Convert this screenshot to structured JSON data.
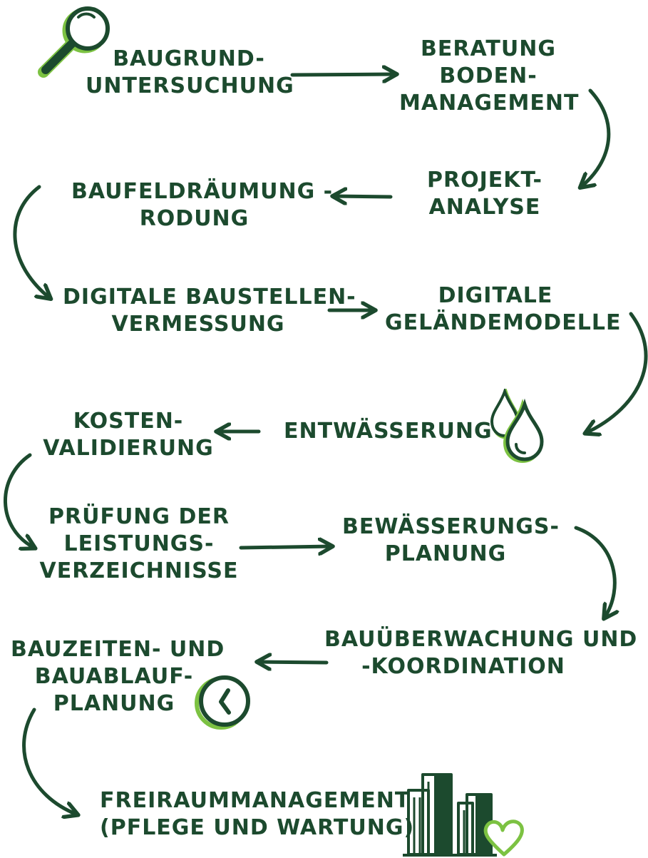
{
  "steps": [
    {
      "id": "baugrund",
      "lines": [
        "BAUGRUND-",
        "UNTERSUCHUNG"
      ]
    },
    {
      "id": "beratung",
      "lines": [
        "BERATUNG",
        "BODEN-",
        "MANAGEMENT"
      ]
    },
    {
      "id": "projekt",
      "lines": [
        "PROJEKT-",
        "ANALYSE"
      ]
    },
    {
      "id": "baufeld",
      "lines": [
        "BAUFELDRÄUMUNG -",
        "RODUNG"
      ]
    },
    {
      "id": "vermessung",
      "lines": [
        "DIGITALE BAUSTELLEN-",
        "VERMESSUNG"
      ]
    },
    {
      "id": "gelaende",
      "lines": [
        "DIGITALE",
        "GELÄNDEMODELLE"
      ]
    },
    {
      "id": "entwaesserung",
      "lines": [
        "ENTWÄSSERUNG"
      ]
    },
    {
      "id": "kosten",
      "lines": [
        "KOSTEN-",
        "VALIDIERUNG"
      ]
    },
    {
      "id": "pruefung",
      "lines": [
        "PRÜFUNG DER",
        "LEISTUNGS-",
        "VERZEICHNISSE"
      ]
    },
    {
      "id": "bewaesserung",
      "lines": [
        "BEWÄSSERUNGS-",
        "PLANUNG"
      ]
    },
    {
      "id": "ueberwachung",
      "lines": [
        "BAUÜBERWACHUNG UND",
        "-KOORDINATION"
      ]
    },
    {
      "id": "bauzeiten",
      "lines": [
        "BAUZEITEN- UND",
        "BAUABLAUF-",
        "PLANUNG"
      ]
    },
    {
      "id": "freiraum",
      "lines": [
        "FREIRAUMMANAGEMENT",
        "(PFLEGE UND WARTUNG)"
      ]
    }
  ],
  "icons": [
    "magnifier-icon",
    "water-drops-icon",
    "clock-icon",
    "buildings-heart-icon"
  ],
  "colors": {
    "dark_green": "#1c4a2e",
    "light_green": "#7cc242"
  }
}
